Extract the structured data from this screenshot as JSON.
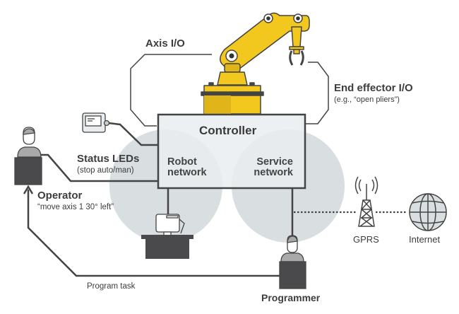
{
  "diagram": {
    "type": "robot-controller-network",
    "colors": {
      "robot_yellow": "#f2c81f",
      "robot_yellow_shade": "#e0b51a",
      "outline": "#444444",
      "network_circle": "#d9dee1",
      "controller_fill": "#e9edf0",
      "desk": "#4a4a4c"
    },
    "nodes": {
      "controller": {
        "label": "Controller"
      },
      "robot_network": {
        "line1": "Robot",
        "line2": "network"
      },
      "service_network": {
        "line1": "Service",
        "line2": "network"
      },
      "axis_io": {
        "label": "Axis I/O"
      },
      "end_effector_io": {
        "label": "End effector I/O",
        "sublabel": "(e.g., “open pliers”)"
      },
      "status_leds": {
        "label": "Status LEDs",
        "sublabel": "(stop auto/man)"
      },
      "operator": {
        "label": "Operator",
        "sublabel": "“move axis 1 30° left”"
      },
      "program_task": {
        "label": "Program task"
      },
      "programmer": {
        "label": "Programmer"
      },
      "gprs": {
        "label": "GPRS"
      },
      "internet": {
        "label": "Internet"
      }
    },
    "icons": [
      "robot-arm-icon",
      "teach-pendant-icon",
      "operator-icon",
      "workstation-icon",
      "programmer-icon",
      "gprs-tower-icon",
      "globe-icon"
    ]
  }
}
